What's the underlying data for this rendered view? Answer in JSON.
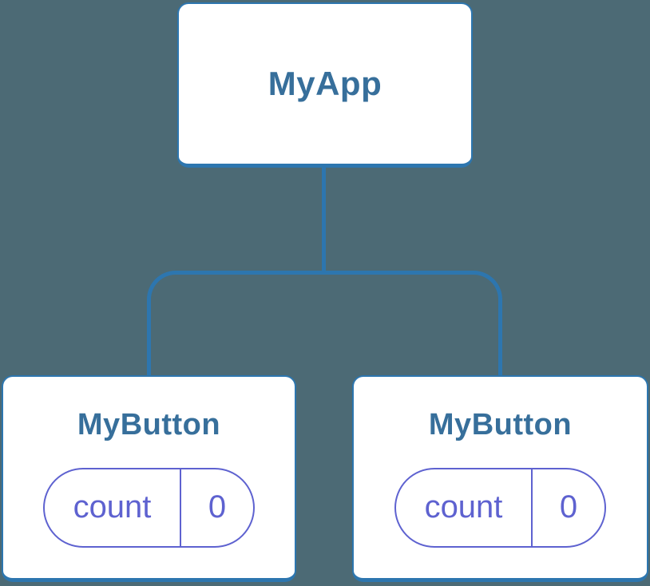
{
  "diagram": {
    "type": "component-tree",
    "root": {
      "label": "MyApp"
    },
    "children": [
      {
        "label": "MyButton",
        "state": {
          "key": "count",
          "value": "0"
        }
      },
      {
        "label": "MyButton",
        "state": {
          "key": "count",
          "value": "0"
        }
      }
    ]
  },
  "colors": {
    "background": "#4C6A75",
    "connector_line": "#2D76AF",
    "card_border": "#2D76AF",
    "card_background": "#FFFFFF",
    "title_text": "#376F9B",
    "state_accent": "#5E62D0"
  }
}
